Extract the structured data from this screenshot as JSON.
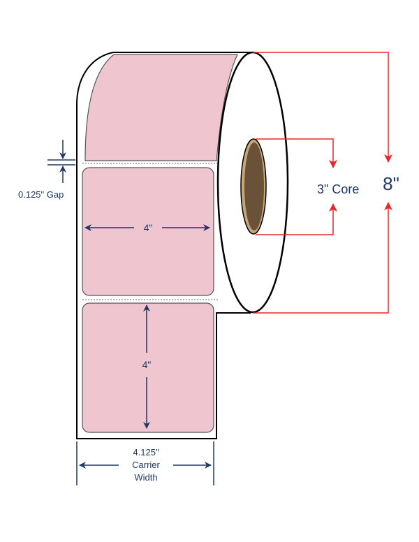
{
  "colors": {
    "label_fill": "#efc5d0",
    "label_stroke": "#555555",
    "roll_outline": "#000000",
    "core_fill": "#6a5238",
    "core_rim": "#c8a678",
    "navy_dimension": "#1f3864",
    "red_dimension": "#e8262b"
  },
  "icons": {
    "arrows": "arrowhead-icon"
  },
  "labels": {
    "gap": "0.125\" Gap",
    "label_width": "4\"",
    "label_height": "4\"",
    "carrier_width_value": "4.125\"",
    "carrier_width_word1": "Carrier",
    "carrier_width_word2": "Width",
    "core": "3\" Core",
    "outer_diameter": "8\""
  }
}
